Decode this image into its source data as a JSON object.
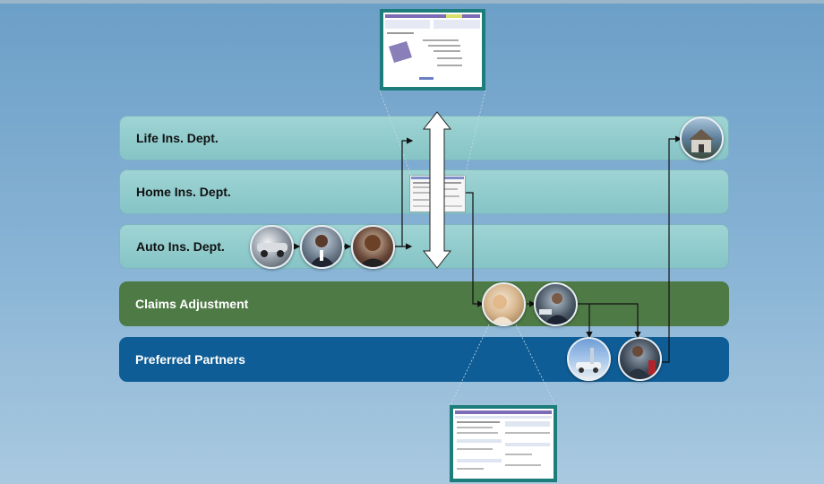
{
  "lanes": {
    "life": "Life Ins. Dept.",
    "home": "Home Ins. Dept.",
    "auto": "Auto Ins. Dept.",
    "claims": "Claims Adjustment",
    "partners": "Preferred Partners"
  },
  "colors": {
    "dept_lane": "#93cccd",
    "claims_lane": "#4e7a45",
    "partners_lane": "#0f5d96",
    "screenshot_frame": "#1d7d7a",
    "background_top": "#6c9fc7",
    "background_bottom": "#a9c9e0"
  },
  "icons": {
    "double_arrow": "up-down-arrow-icon",
    "flow_arrow": "arrow-right-icon"
  }
}
